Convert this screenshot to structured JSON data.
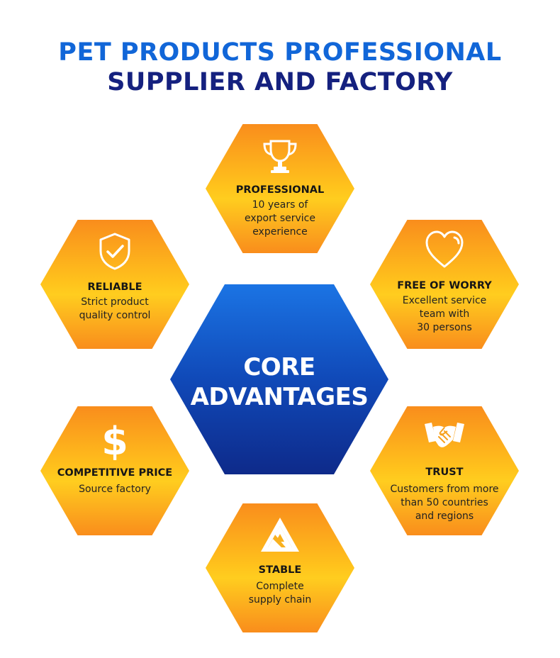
{
  "header": {
    "line1": "PET PRODUCTS PROFESSIONAL",
    "line2": "SUPPLIER AND FACTORY"
  },
  "center": {
    "text": "CORE\nADVANTAGES",
    "colors": {
      "top": "#1b74e4",
      "bottom": "#0e2a8a"
    }
  },
  "advantages": [
    {
      "icon": "trophy-icon",
      "title": "PROFESSIONAL",
      "desc": "10 years of\nexport service\nexperience"
    },
    {
      "icon": "shield-check-icon",
      "title": "RELIABLE",
      "desc": "Strict product\nquality control"
    },
    {
      "icon": "heart-icon",
      "title": "FREE OF WORRY",
      "desc": "Excellent service\nteam with\n30 persons"
    },
    {
      "icon": "dollar-icon",
      "title": "COMPETITIVE PRICE",
      "desc": "Source factory"
    },
    {
      "icon": "handshake-icon",
      "title": "TRUST",
      "desc": "Customers from more\nthan 50 countries\nand regions"
    },
    {
      "icon": "triangle-logo-icon",
      "title": "STABLE",
      "desc": "Complete\nsupply chain"
    }
  ],
  "colors": {
    "title_primary": "#1166d8",
    "title_secondary": "#15217f",
    "hex_orange": "#f98d1c",
    "hex_yellow": "#ffcd1f"
  }
}
